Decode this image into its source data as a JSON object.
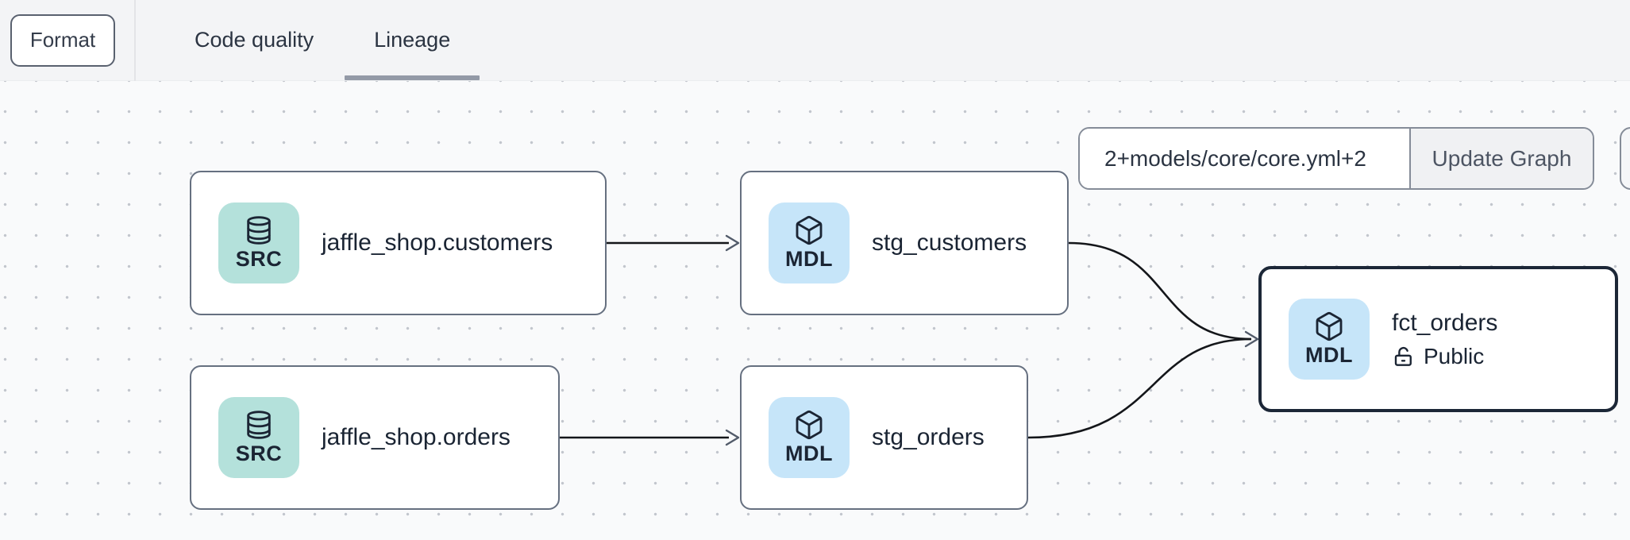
{
  "toolbar": {
    "format_label": "Format"
  },
  "tabs": {
    "items": [
      {
        "label": "Code quality"
      },
      {
        "label": "Lineage"
      }
    ],
    "active": "Lineage"
  },
  "lineage_controls": {
    "selector_value": "2+models/core/core.yml+2",
    "update_label": "Update Graph"
  },
  "graph": {
    "nodes": [
      {
        "label": "jaffle_shop.customers",
        "type": "SRC"
      },
      {
        "label": "stg_customers",
        "type": "MDL"
      },
      {
        "label": "jaffle_shop.orders",
        "type": "SRC"
      },
      {
        "label": "stg_orders",
        "type": "MDL"
      },
      {
        "label": "fct_orders",
        "type": "MDL",
        "access": "Public",
        "selected": true
      }
    ],
    "edges": [
      {
        "from": "jaffle_shop.customers",
        "to": "stg_customers"
      },
      {
        "from": "jaffle_shop.orders",
        "to": "stg_orders"
      },
      {
        "from": "stg_customers",
        "to": "fct_orders"
      },
      {
        "from": "stg_orders",
        "to": "fct_orders"
      }
    ]
  },
  "colors": {
    "src_badge": "#b4e1db",
    "mdl_badge": "#c6e5f9",
    "node_border": "#667080",
    "selected_node_border": "#1c2737",
    "edge_line": "#14161a",
    "active_tab_underline": "#939aa7",
    "topbar_bg": "#f3f4f6",
    "canvas_bg": "#f9fafb",
    "canvas_dot": "#c2c6cd"
  }
}
